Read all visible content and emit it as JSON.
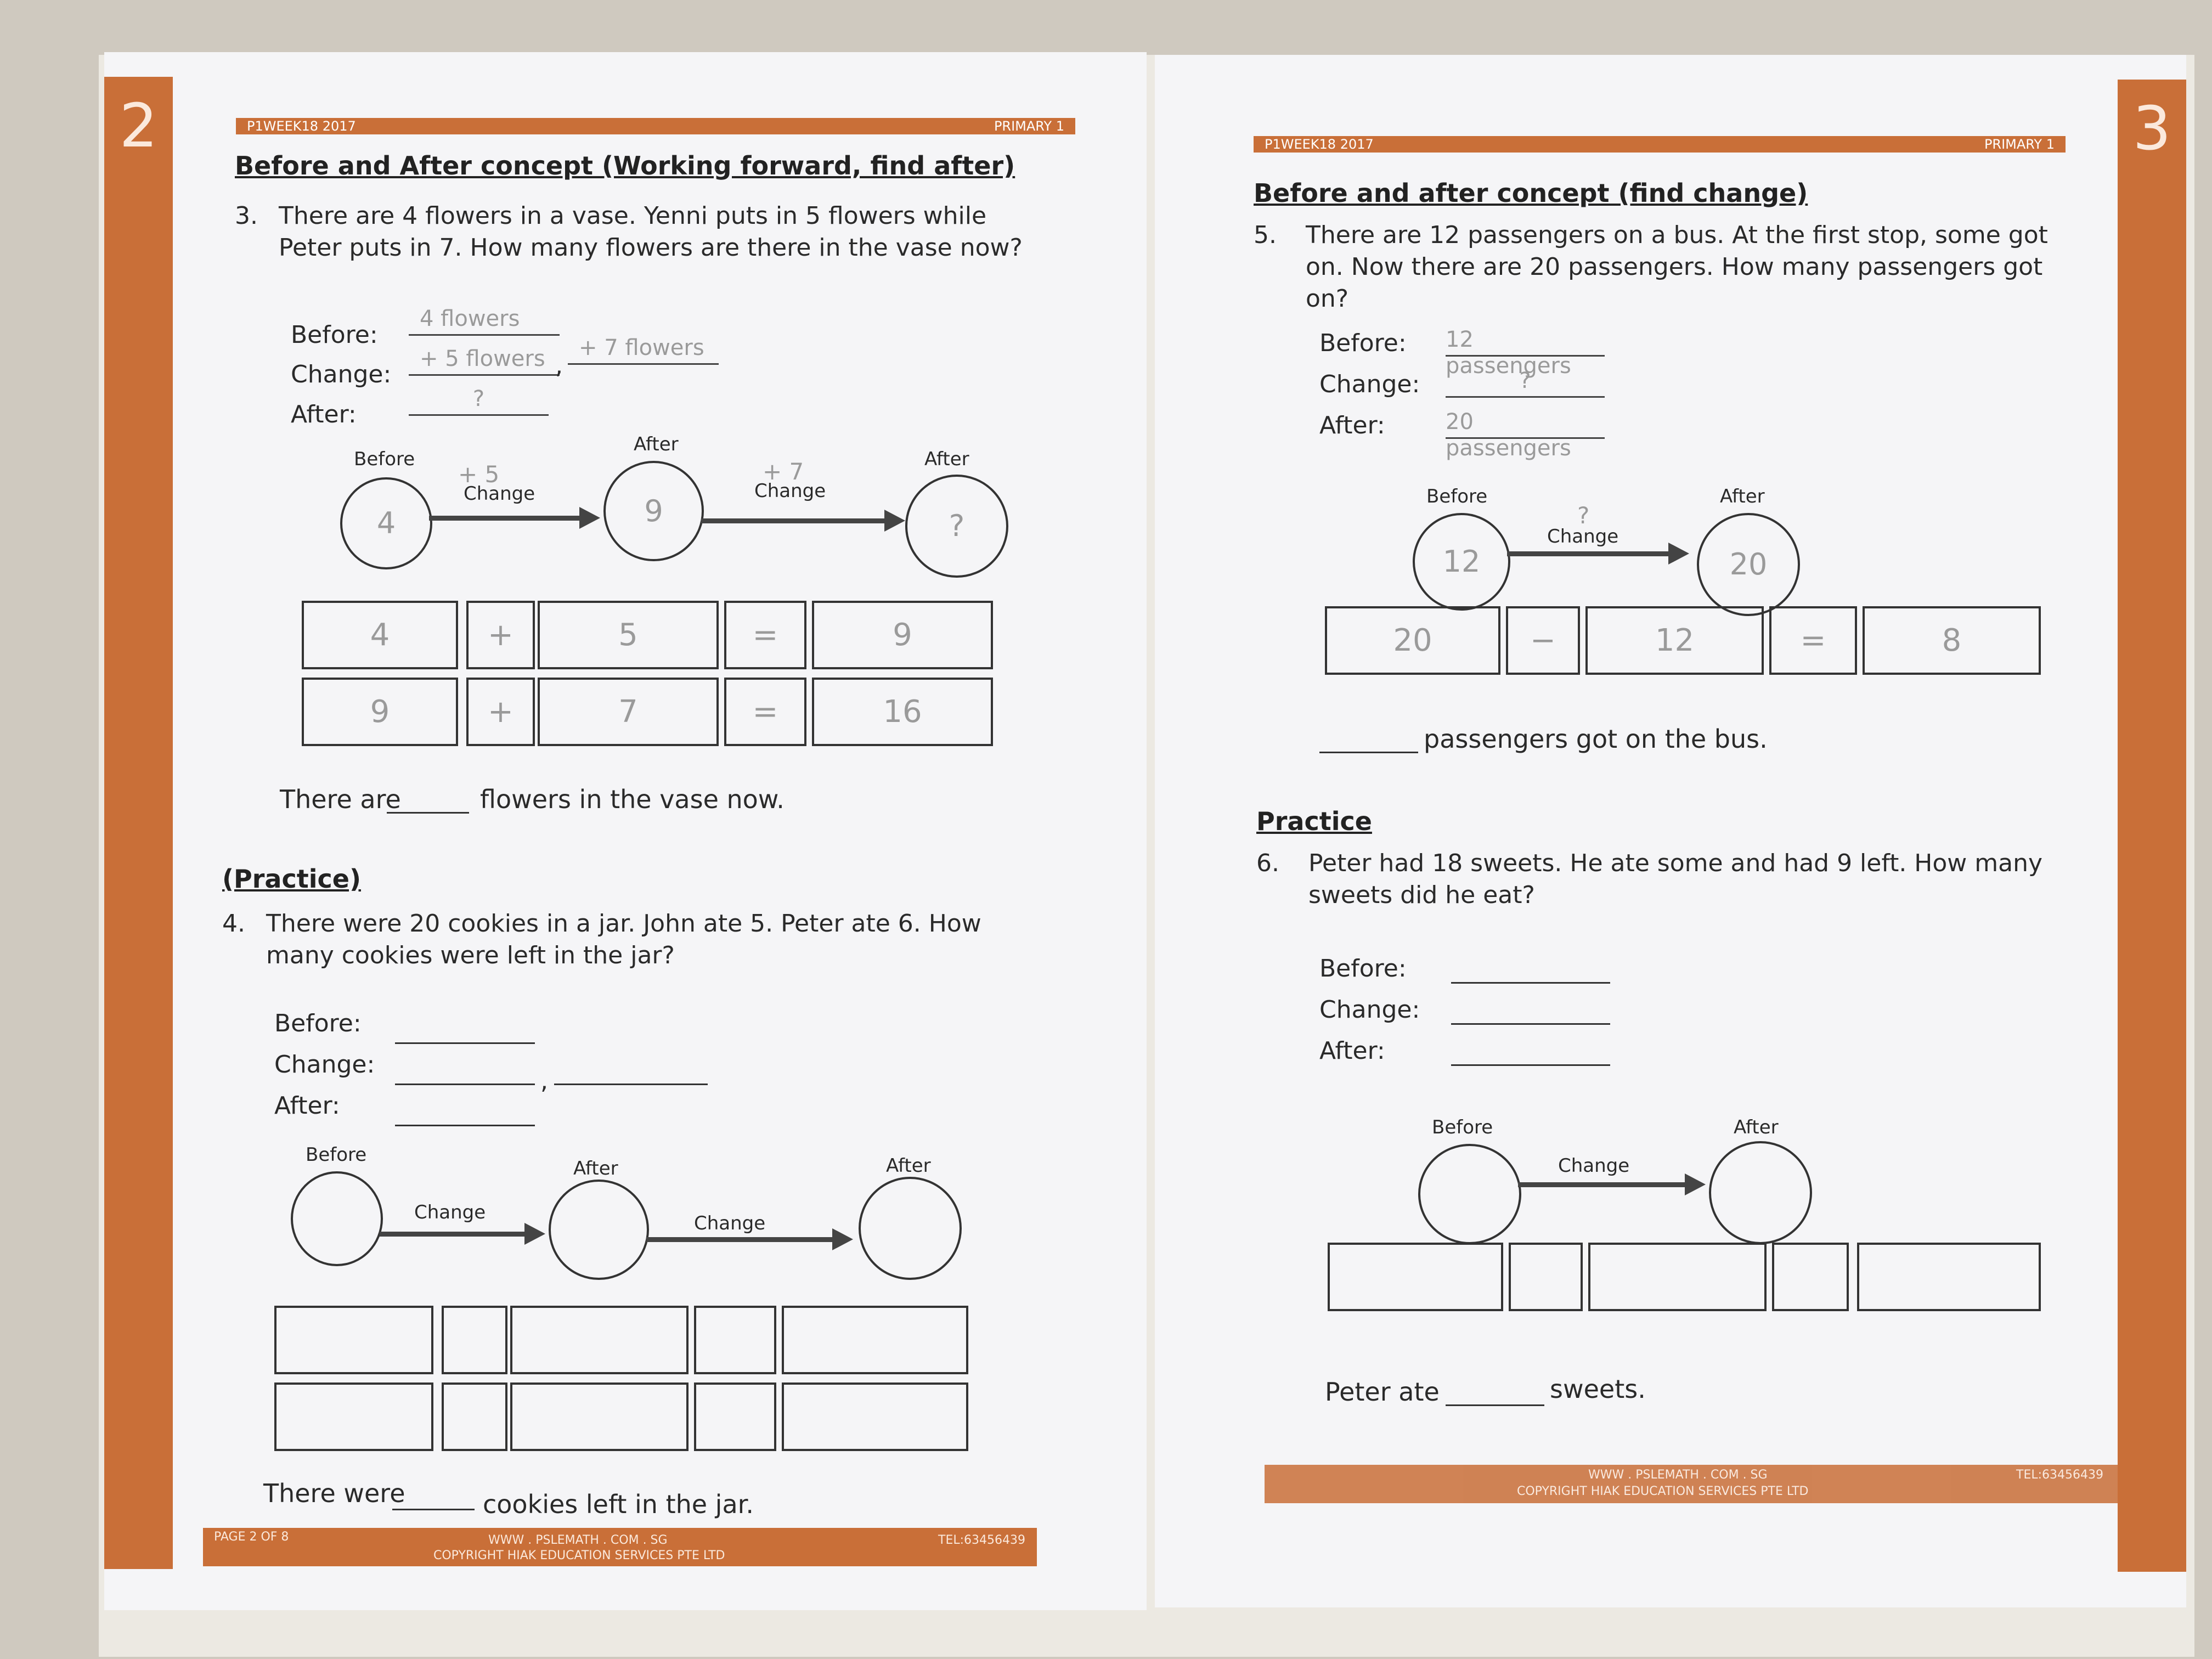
{
  "left": {
    "page_number": "2",
    "header_left": "P1WEEK18 2017",
    "header_right": "PRIMARY 1",
    "title": "Before and After concept (Working forward, find after)",
    "q3_number": "3.",
    "q3_text": "There are 4 flowers in a vase. Yenni puts in 5 flowers while Peter puts in 7. How many flowers are there in the vase now?",
    "before_label": "Before:",
    "change_label": "Change:",
    "after_label": "After:",
    "before_answer": "4 flowers",
    "change_answer_1": "+ 5 flowers",
    "change_answer_2": "+ 7 flowers",
    "after_answer": "?",
    "comma": ",",
    "diagram": {
      "before": "Before",
      "after1": "After",
      "after2": "After",
      "change1": "Change",
      "change2": "Change",
      "change1_value": "+ 5",
      "change2_value": "+ 7",
      "circle1": "4",
      "circle2": "9",
      "circle3": "?"
    },
    "row1": [
      "4",
      "+",
      "5",
      "=",
      "9"
    ],
    "row2": [
      "9",
      "+",
      "7",
      "=",
      "16"
    ],
    "q3_sentence_start": "There are",
    "q3_sentence_end": "flowers in the vase now.",
    "practice_title": "(Practice)",
    "q4_number": "4.",
    "q4_text": "There were 20 cookies in a jar. John ate 5. Peter ate 6. How many cookies were left in the jar?",
    "practice_diagram": {
      "before": "Before",
      "after1": "After",
      "after2": "After",
      "change1": "Change",
      "change2": "Change"
    },
    "q4_sentence_start": "There were",
    "q4_sentence_end": "cookies left in the jar.",
    "footer_page": "PAGE 2 OF 8",
    "footer_web": "WWW . PSLEMATH . COM . SG",
    "footer_copy": "COPYRIGHT HIAK EDUCATION SERVICES PTE LTD",
    "footer_tel": "TEL:63456439"
  },
  "right": {
    "page_number": "3",
    "header_left": "P1WEEK18 2017",
    "header_right": "PRIMARY 1",
    "title": "Before and after concept (find change)",
    "q5_number": "5.",
    "q5_text": "There are 12 passengers on a bus. At the first stop, some got on. Now there are 20 passengers. How many passengers got on?",
    "before_label": "Before:",
    "change_label": "Change:",
    "after_label": "After:",
    "before_answer": "12 passengers",
    "change_answer": "?",
    "after_answer": "20 passengers",
    "diagram": {
      "before": "Before",
      "after": "After",
      "change": "Change",
      "change_value": "?",
      "circle1": "12",
      "circle2": "20"
    },
    "row": [
      "20",
      "−",
      "12",
      "=",
      "8"
    ],
    "q5_sentence": "passengers got on the bus.",
    "practice_title": "Practice",
    "q6_number": "6.",
    "q6_text": "Peter had 18 sweets. He ate some and had 9 left. How many sweets did he eat?",
    "practice_diagram": {
      "before": "Before",
      "after": "After",
      "change": "Change"
    },
    "q6_sentence_start": "Peter ate",
    "q6_sentence_end": "sweets.",
    "footer_web": "WWW . PSLEMATH . COM . SG",
    "footer_copy": "COPYRIGHT HIAK EDUCATION SERVICES PTE LTD",
    "footer_tel": "TEL:63456439"
  },
  "colors": {
    "accent": "#c96f38",
    "paper": "#f5f5f7",
    "pencil": "#9a9a9a"
  }
}
